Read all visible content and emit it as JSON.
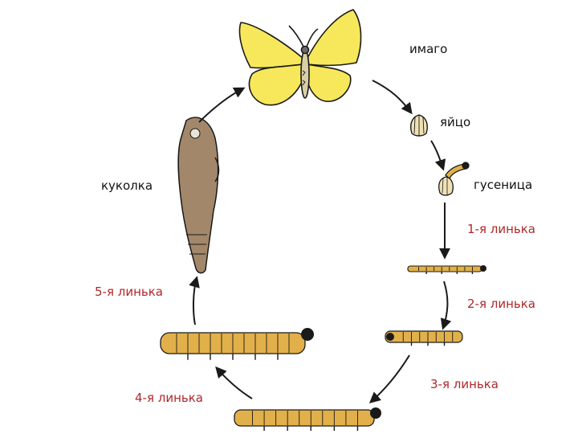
{
  "labels": {
    "imago": "имаго",
    "egg": "яйцо",
    "caterpillar": "гусеница",
    "pupa": "куколка",
    "molt1": "1-я линька",
    "molt2": "2-я линька",
    "molt3": "3-я линька",
    "molt4": "4-я линька",
    "molt5": "5-я линька"
  },
  "colors": {
    "wing": "#f6e85a",
    "larva": "#e2b04a",
    "pupa": "#a3876a",
    "molt_text": "#b0282a",
    "outline": "#1a1a1a"
  }
}
